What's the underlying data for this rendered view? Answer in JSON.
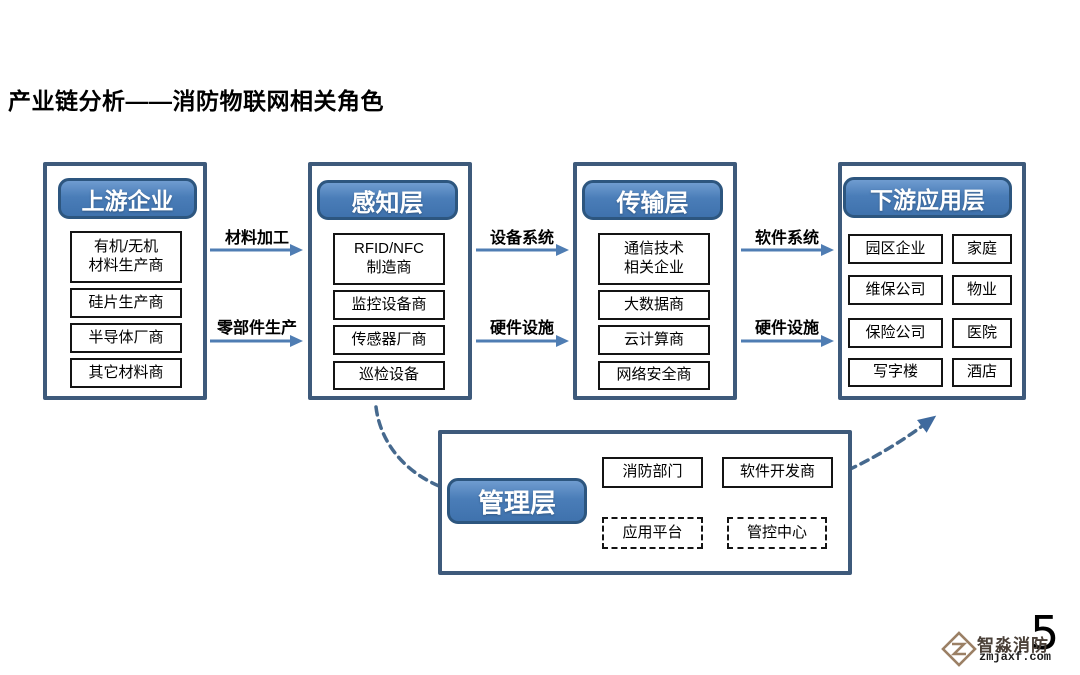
{
  "title": "产业链分析——消防物联网相关角色",
  "columns": [
    {
      "header": "上游企业",
      "items": [
        "有机/无机\n材料生产商",
        "硅片生产商",
        "半导体厂商",
        "其它材料商"
      ]
    },
    {
      "header": "感知层",
      "items": [
        "RFID/NFC\n制造商",
        "监控设备商",
        "传感器厂商",
        "巡检设备"
      ]
    },
    {
      "header": "传输层",
      "items": [
        "通信技术\n相关企业",
        "大数据商",
        "云计算商",
        "网络安全商"
      ]
    },
    {
      "header": "下游应用层",
      "items_left": [
        "园区企业",
        "维保公司",
        "保险公司",
        "写字楼"
      ],
      "items_right": [
        "家庭",
        "物业",
        "医院",
        "酒店"
      ]
    }
  ],
  "flow_labels": {
    "gap1_top": "材料加工",
    "gap1_bottom": "零部件生产",
    "gap2_top": "设备系统",
    "gap2_bottom": "硬件设施",
    "gap3_top": "软件系统",
    "gap3_bottom": "硬件设施"
  },
  "management": {
    "header": "管理层",
    "solid_items": [
      "消防部门",
      "软件开发商"
    ],
    "dashed_items": [
      "应用平台",
      "管控中心"
    ]
  },
  "footer": {
    "brand": "智淼消防",
    "website": "zmjaxf.com",
    "page_number": "5"
  },
  "colors": {
    "badge_fill": "#4A7DB8",
    "badge_border": "#2D567F",
    "panel_border": "#3E5A7B",
    "arrow_blue": "#4F7DB3",
    "dashed_curve": "#46698E",
    "item_border": "#141414",
    "logo_tan": "#9B8065"
  }
}
